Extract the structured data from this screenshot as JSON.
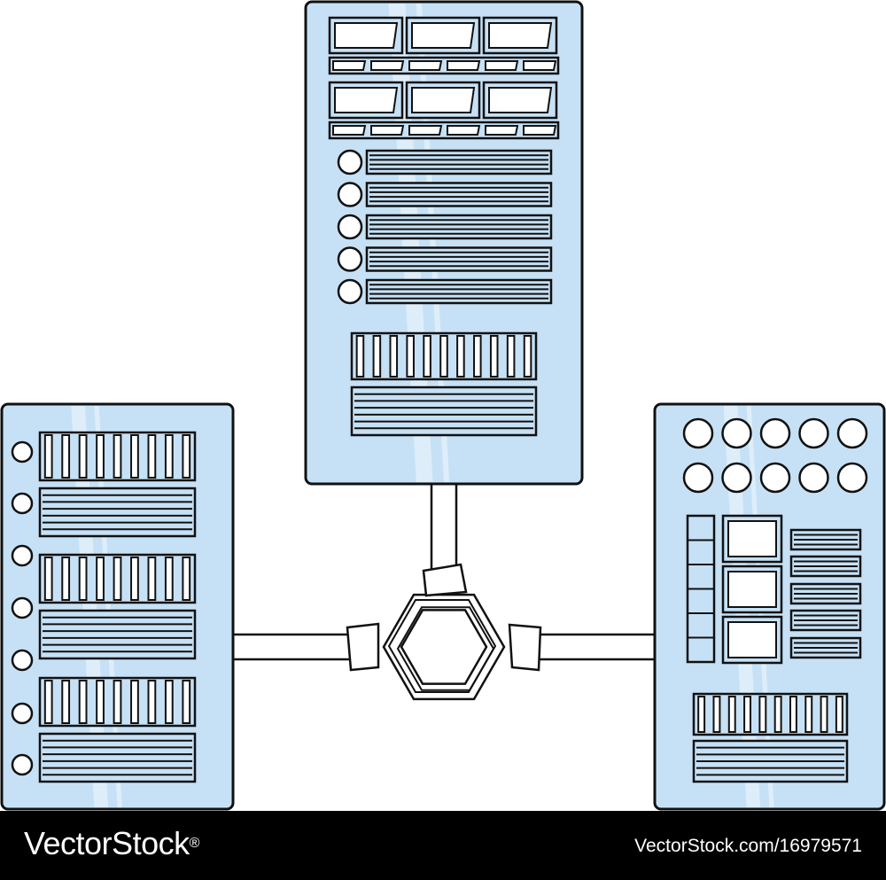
{
  "illustration": {
    "subject": "servers-connected-to-hub",
    "colors": {
      "panel_fill": "#c6e1f5",
      "panel_highlight": "#e2f1fb",
      "outline": "#111111",
      "background": "#ffffff"
    }
  },
  "watermark": {
    "brand": "VectorStock",
    "registered_mark": "®",
    "image_id": "VectorStock.com/16979571"
  }
}
